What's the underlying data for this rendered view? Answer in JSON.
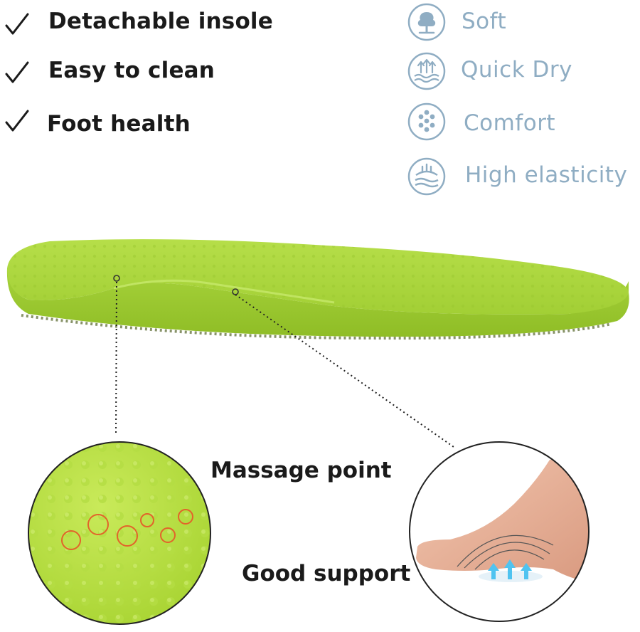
{
  "features": [
    {
      "label": "Detachable insole",
      "icon": "check-icon"
    },
    {
      "label": "Easy to clean",
      "icon": "check-icon"
    },
    {
      "label": "Foot health",
      "icon": "check-icon"
    }
  ],
  "properties": [
    {
      "label": "Soft",
      "icon": "tree-icon"
    },
    {
      "label": "Quick Dry",
      "icon": "quick-dry-icon"
    },
    {
      "label": "Comfort",
      "icon": "comfort-dots-icon"
    },
    {
      "label": "High elasticity",
      "icon": "elasticity-icon"
    }
  ],
  "callouts": {
    "massage": "Massage point",
    "support": "Good support"
  },
  "colors": {
    "insole_green": "#a9d63a",
    "property_blue": "#8fadc3",
    "massage_circle": "#e2642a",
    "support_arrow": "#4fc3f0"
  }
}
